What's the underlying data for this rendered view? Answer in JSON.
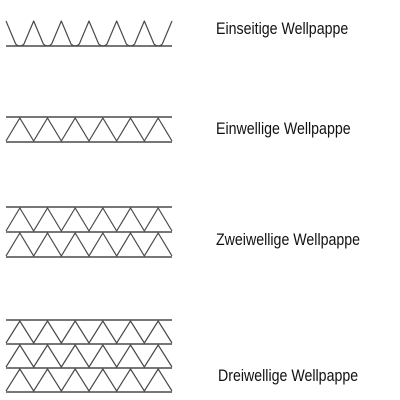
{
  "diagram": {
    "line_color": "#4a4a4a",
    "items": [
      {
        "label": "Einseitige Wellpappe",
        "icon": "single-face-corrugated-icon",
        "liners": 1,
        "flutes": 1
      },
      {
        "label": "Einwellige Wellpappe",
        "icon": "single-wall-corrugated-icon",
        "liners": 2,
        "flutes": 1
      },
      {
        "label": "Zweiwellige Wellpappe",
        "icon": "double-wall-corrugated-icon",
        "liners": 3,
        "flutes": 2
      },
      {
        "label": "Dreiwellige Wellpappe",
        "icon": "triple-wall-corrugated-icon",
        "liners": 4,
        "flutes": 3
      }
    ]
  }
}
